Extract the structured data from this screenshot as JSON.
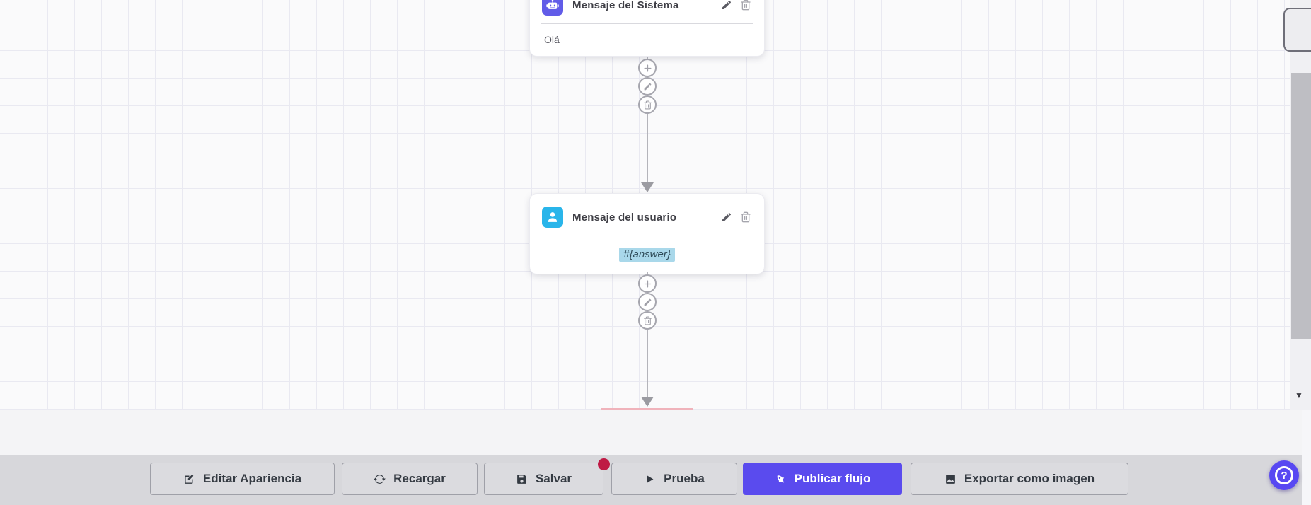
{
  "canvas": {
    "nodes": [
      {
        "title": "Mensaje del Sistema",
        "body": "Olá",
        "icon": "robot-icon",
        "icon_color": "#615CE8",
        "actions": [
          "edit",
          "delete"
        ]
      },
      {
        "title": "Mensaje del usuario",
        "body": "#{answer}",
        "icon": "user-icon",
        "icon_color": "#29B5EA",
        "body_highlight_color": "#A9D8EA",
        "actions": [
          "edit",
          "delete"
        ]
      }
    ],
    "connector_buttons": [
      "add",
      "edit",
      "delete"
    ],
    "colors": {
      "background": "#FAFAFB",
      "grid_line": "#E9E9F1",
      "connector": "#B4B4BA"
    }
  },
  "toolbar": {
    "buttons": [
      {
        "label": "Editar Apariencia",
        "icon": "edit-appearance-icon"
      },
      {
        "label": "Recargar",
        "icon": "refresh-icon"
      },
      {
        "label": "Salvar",
        "icon": "save-icon",
        "has_badge": true
      },
      {
        "label": "Prueba",
        "icon": "play-icon"
      },
      {
        "label": "Publicar flujo",
        "icon": "rocket-icon",
        "primary": true
      },
      {
        "label": "Exportar como imagen",
        "icon": "image-icon"
      }
    ],
    "badge_color": "#BF1A45",
    "primary_color": "#5A4BEE",
    "background": "#D7D7DB"
  },
  "help_button": {
    "glyph": "?",
    "color": "#5848F2"
  },
  "scrollbar": {
    "down_glyph": "▼"
  }
}
